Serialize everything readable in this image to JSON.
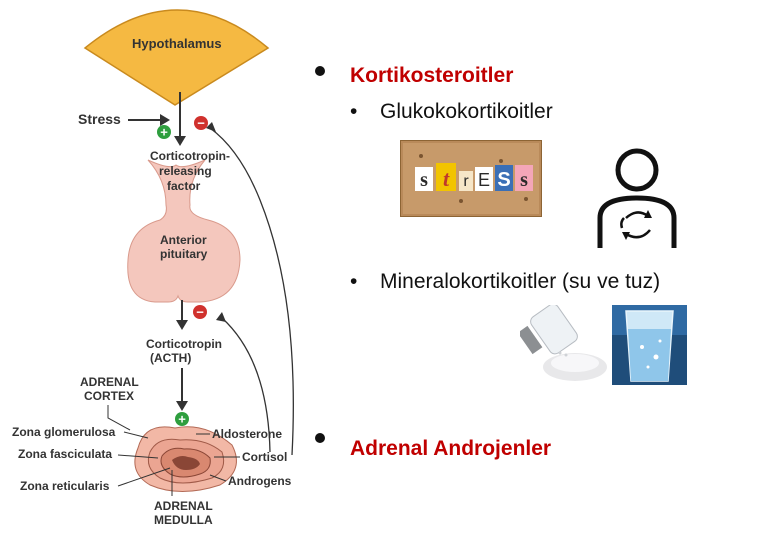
{
  "diagram": {
    "hypothalamus": "Hypothalamus",
    "stress": "Stress",
    "crf_line1": "Corticotropin-",
    "crf_line2": "releasing",
    "crf_line3": "factor",
    "anterior_line1": "Anterior",
    "anterior_line2": "pituitary",
    "acth_line1": "Corticotropin",
    "acth_line2": "(ACTH)",
    "adrenal_cortex_line1": "ADRENAL",
    "adrenal_cortex_line2": "CORTEX",
    "zona_glomerulosa": "Zona glomerulosa",
    "zona_fasciculata": "Zona fasciculata",
    "zona_reticularis": "Zona reticularis",
    "aldosterone": "Aldosterone",
    "cortisol": "Cortisol",
    "androgens": "Androgens",
    "adrenal_medulla_line1": "ADRENAL",
    "adrenal_medulla_line2": "MEDULLA",
    "plus_sign": "+",
    "minus_sign": "−"
  },
  "content": {
    "heading1": "Kortikosteroitler",
    "sub1": "Glukokokortikoitler",
    "sub2": "Mineralokortikoitler (su ve tuz)",
    "heading2": "Adrenal Androjenler",
    "sub_bullet": "•"
  },
  "stress_tiles": [
    "s",
    "t",
    "r",
    "E",
    "S",
    "s"
  ],
  "colors": {
    "heading_red": "#c00000",
    "hypothalamus_orange": "#f5b942",
    "gland_pink": "#f4c7bd",
    "plus_green": "#2e9e3e",
    "minus_red": "#d0312d"
  }
}
